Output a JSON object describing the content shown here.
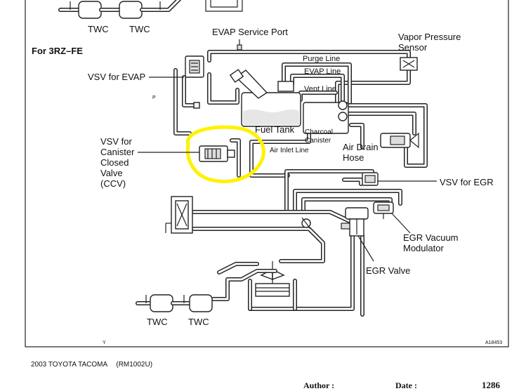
{
  "labels": {
    "twc_top_left": "TWC",
    "twc_top_right": "TWC",
    "evap_service_port": "EVAP Service Port",
    "engine_title": "For 3RZ–FE",
    "vapor_pressure_sensor_line1": "Vapor Pressure",
    "vapor_pressure_sensor_line2": "Sensor",
    "vsv_for_evap": "VSV for EVAP",
    "purge_line": "Purge Line",
    "evap_line": "EVAP Line",
    "vent_line": "Vent Line",
    "p_mark": "P",
    "fuel_tank": "Fuel Tank",
    "charcoal_line1": "Charcoal",
    "charcoal_line2": "Canister",
    "vsv_ccv_line1": "VSV for",
    "vsv_ccv_line2": "Canister",
    "vsv_ccv_line3": "Closed",
    "vsv_ccv_line4": "Valve",
    "vsv_ccv_line5": "(CCV)",
    "air_inlet_line": "Air Inlet Line",
    "air_drain_line1": "Air Drain",
    "air_drain_line2": "Hose",
    "vsv_for_egr": "VSV for EGR",
    "egr_vacuum_line1": "EGR Vacuum",
    "egr_vacuum_line2": "Modulator",
    "egr_valve": "EGR Valve",
    "twc_bottom_left": "TWC",
    "twc_bottom_right": "TWC",
    "y_mark": "Y",
    "figure_code": "A18453"
  },
  "footer": {
    "vehicle": "2003 TOYOTA TACOMA",
    "manual_code": "(RM1002U)",
    "author_label": "Author :",
    "date_label": "Date :",
    "page_number": "1286"
  },
  "colors": {
    "highlight": "#fff200",
    "line": "#222222"
  }
}
